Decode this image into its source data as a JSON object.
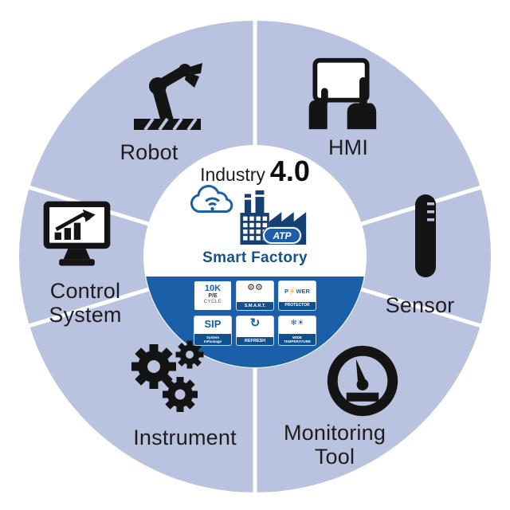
{
  "diagram": {
    "title_prefix": "Industry",
    "title_version": "4.0",
    "subtitle": "Smart Factory",
    "logo_text": "ATP"
  },
  "segments": [
    {
      "label": "Robot",
      "icon": "robot-arm-icon"
    },
    {
      "label": "HMI",
      "icon": "hmi-touch-tablet-icon"
    },
    {
      "label": "Sensor",
      "icon": "thermometer-icon"
    },
    {
      "label": "Monitoring\nTool",
      "icon": "gauge-icon"
    },
    {
      "label": "Instrument",
      "icon": "gears-icon"
    },
    {
      "label": "Control\nSystem",
      "icon": "monitor-chart-icon"
    }
  ],
  "badges": [
    {
      "name": "pe-cycle-badge",
      "line1": "10K",
      "line2": "P/E",
      "line3": "CYCLE"
    },
    {
      "name": "smart-badge",
      "icon": "gear-cluster-icon",
      "glyph": "⚙⚙",
      "bar": "S.M.A.R.T."
    },
    {
      "name": "power-protector-badge",
      "top": "P⚡WER",
      "bar": "PROTECTOR"
    },
    {
      "name": "sip-badge",
      "top": "SIP",
      "bar": "System\nInPackage"
    },
    {
      "name": "refresh-badge",
      "icon": "refresh-arrows-icon",
      "glyph": "↻",
      "bar": "REFRESH"
    },
    {
      "name": "wide-temp-badge",
      "icon": "temperature-icon",
      "glyph": "❄☀",
      "bar": "WIDE\nTEMPERATURE"
    }
  ],
  "colors": {
    "ring": "#b9c2df",
    "brand_blue": "#1b5fa9",
    "badge_bar_blue": "#11508f",
    "icon_black": "#141414",
    "factory_navy": "#16406f"
  }
}
